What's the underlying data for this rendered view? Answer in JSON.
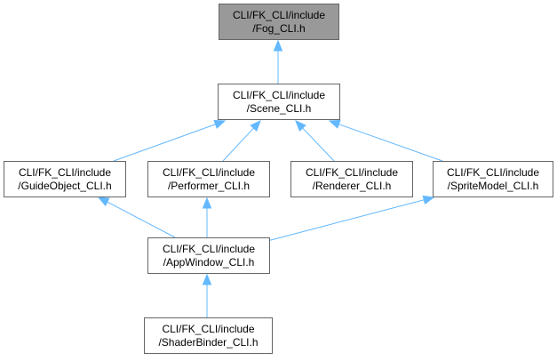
{
  "graph": {
    "type": "include-dependency-graph",
    "colors": {
      "root_fill": "#999999",
      "node_fill": "#ffffff",
      "node_border": "#666666",
      "edge": "#63b8ff",
      "text": "#000000"
    },
    "nodes": [
      {
        "id": "fog",
        "lines": [
          "CLI/FK_CLI/include",
          "/Fog_CLI.h"
        ],
        "root": true
      },
      {
        "id": "scene",
        "lines": [
          "CLI/FK_CLI/include",
          "/Scene_CLI.h"
        ]
      },
      {
        "id": "guideobject",
        "lines": [
          "CLI/FK_CLI/include",
          "/GuideObject_CLI.h"
        ]
      },
      {
        "id": "performer",
        "lines": [
          "CLI/FK_CLI/include",
          "/Performer_CLI.h"
        ]
      },
      {
        "id": "renderer",
        "lines": [
          "CLI/FK_CLI/include",
          "/Renderer_CLI.h"
        ]
      },
      {
        "id": "spritemodel",
        "lines": [
          "CLI/FK_CLI/include",
          "/SpriteModel_CLI.h"
        ]
      },
      {
        "id": "appwindow",
        "lines": [
          "CLI/FK_CLI/include",
          "/AppWindow_CLI.h"
        ]
      },
      {
        "id": "shaderbinder",
        "lines": [
          "CLI/FK_CLI/include",
          "/ShaderBinder_CLI.h"
        ]
      }
    ],
    "edges": [
      {
        "from": "scene",
        "to": "fog"
      },
      {
        "from": "guideobject",
        "to": "scene"
      },
      {
        "from": "performer",
        "to": "scene"
      },
      {
        "from": "renderer",
        "to": "scene"
      },
      {
        "from": "spritemodel",
        "to": "scene"
      },
      {
        "from": "appwindow",
        "to": "guideobject"
      },
      {
        "from": "appwindow",
        "to": "performer"
      },
      {
        "from": "appwindow",
        "to": "spritemodel"
      },
      {
        "from": "shaderbinder",
        "to": "appwindow"
      }
    ]
  }
}
